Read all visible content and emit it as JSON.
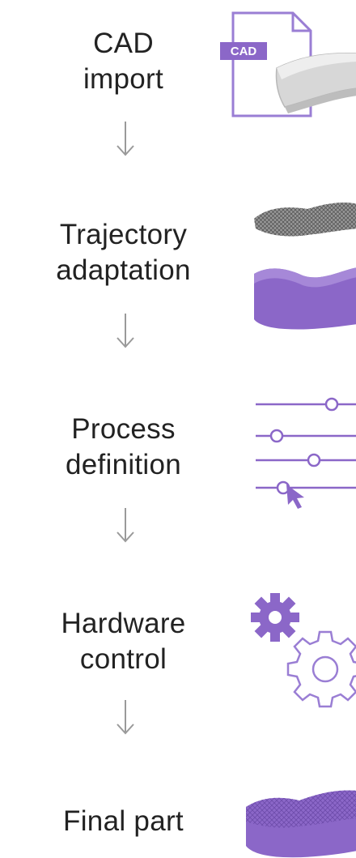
{
  "accent_color": "#8b67c8",
  "outline_color": "#9a7ed4",
  "steps": [
    {
      "line1": "CAD",
      "line2": "import",
      "icon": "cad-file-icon",
      "badge": "CAD"
    },
    {
      "line1": "Trajectory",
      "line2": "adaptation",
      "icon": "mesh-surface-icon"
    },
    {
      "line1": "Process",
      "line2": "definition",
      "icon": "sliders-icon"
    },
    {
      "line1": "Hardware",
      "line2": "control",
      "icon": "gears-icon"
    },
    {
      "line1": "Final part",
      "icon": "final-part-icon"
    }
  ]
}
